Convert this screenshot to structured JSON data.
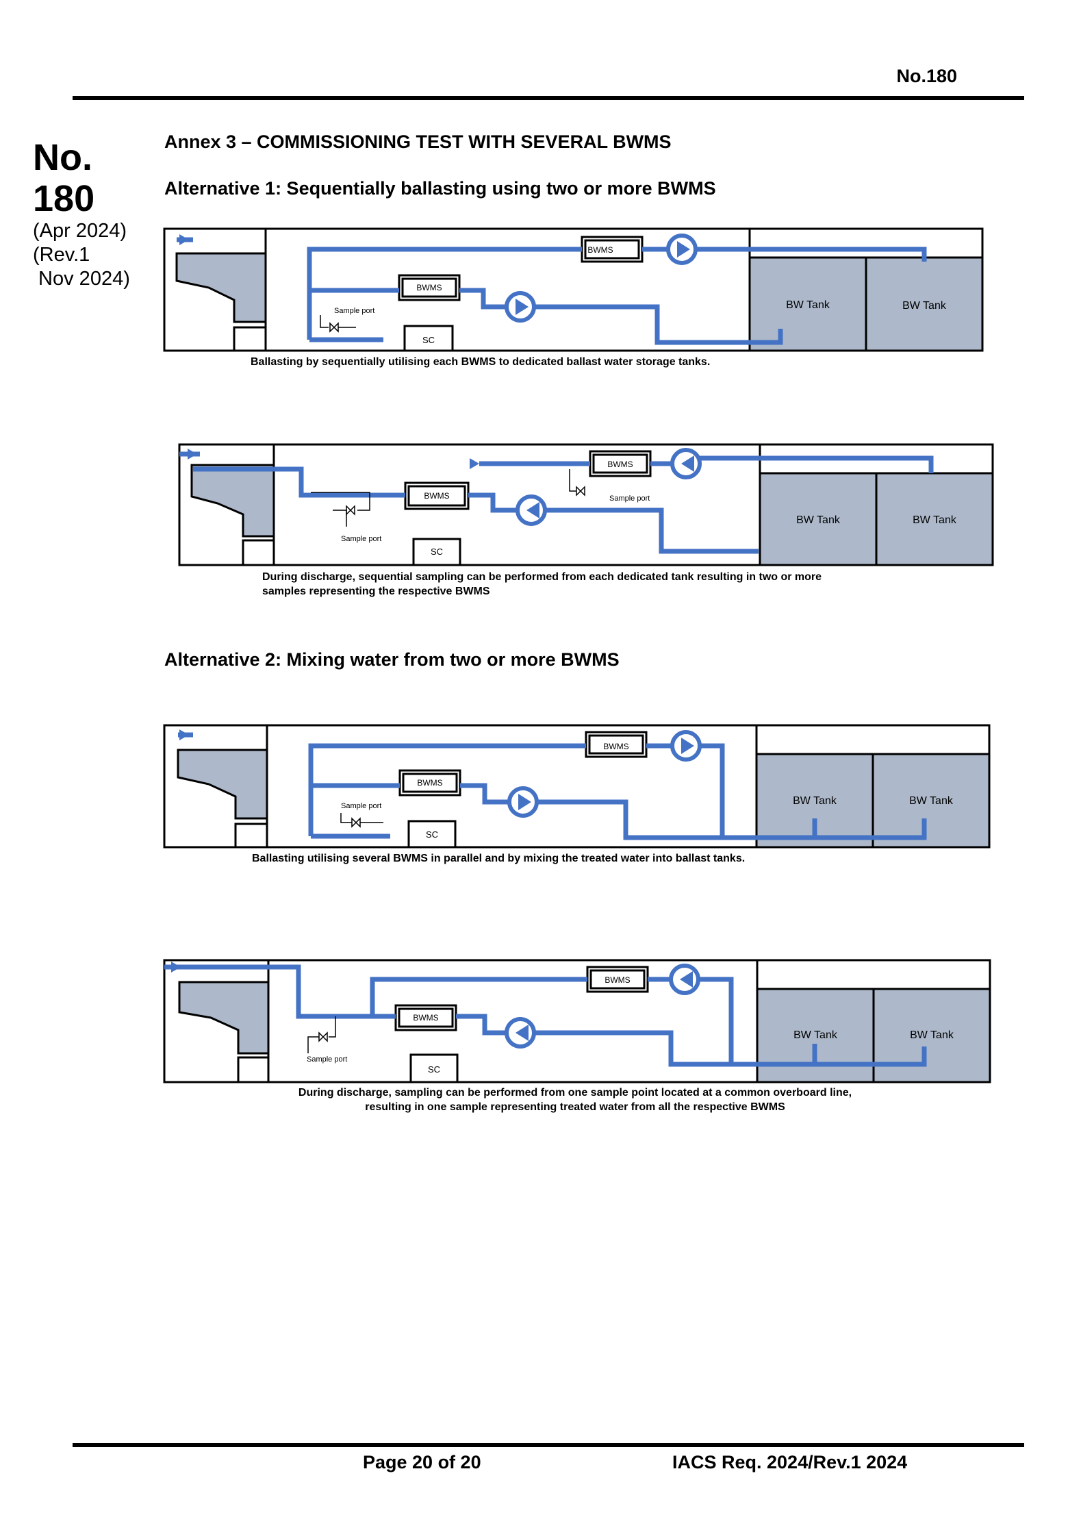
{
  "header": {
    "doc_number": "No.180"
  },
  "sidebar": {
    "line1": "No.",
    "line2": "180",
    "line3": "(Apr 2024)",
    "line4": "(Rev.1",
    "line5": " Nov 2024)"
  },
  "annex_title": "Annex 3 – COMMISSIONING TEST WITH SEVERAL BWMS",
  "alternative1": {
    "heading": "Alternative 1:  Sequentially ballasting using two or more BWMS",
    "ballasting": {
      "labels": {
        "bwms_top": "BWMS",
        "bwms_low": "BWMS",
        "sample_port": "Sample port",
        "sc": "SC",
        "tank1": "BW Tank",
        "tank2": "BW Tank"
      },
      "caption": "Ballasting by sequentially utilising each BWMS to dedicated ballast water storage tanks."
    },
    "discharge": {
      "labels": {
        "bwms_top": "BWMS",
        "bwms_low": "BWMS",
        "sample_port_top": "Sample port",
        "sample_port_low": "Sample port",
        "sc": "SC",
        "tank1": "BW Tank",
        "tank2": "BW Tank"
      },
      "caption_line1": "During discharge, sequential sampling can be performed from each dedicated tank resulting in two or more",
      "caption_line2": "samples representing the respective BWMS"
    }
  },
  "alternative2": {
    "heading": "Alternative 2: Mixing water from two or more BWMS",
    "ballasting": {
      "labels": {
        "bwms_top": "BWMS",
        "bwms_low": "BWMS",
        "sample_port": "Sample port",
        "sc": "SC",
        "tank1": "BW Tank",
        "tank2": "BW Tank"
      },
      "caption": "Ballasting utilising several BWMS in parallel and by mixing the treated water into ballast tanks."
    },
    "discharge": {
      "labels": {
        "bwms_top": "BWMS",
        "bwms_low": "BWMS",
        "sample_port": "Sample port",
        "sc": "SC",
        "tank1": "BW Tank",
        "tank2": "BW Tank"
      },
      "caption_line1": "During discharge, sampling can be performed from one sample point located at a common overboard line,",
      "caption_line2": "resulting in one sample representing treated water from all the respective BWMS"
    }
  },
  "footer": {
    "page": "Page 20 of 20",
    "reference": "IACS Req. 2024/Rev.1 2024"
  },
  "colors": {
    "pipe": "#4472c4",
    "tank_fill": "#adb9ca",
    "line": "#000000"
  }
}
